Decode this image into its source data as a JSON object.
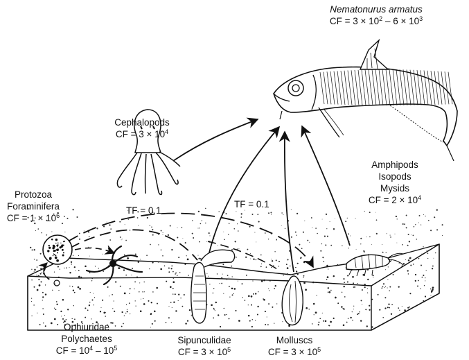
{
  "fish": {
    "name": "Nematonurus armatus",
    "cf": {
      "prefix": "CF = 3 × 10",
      "exp1": "2",
      "mid": " – 6 × 10",
      "exp2": "3"
    }
  },
  "cephalopods": {
    "name": "Cephalopods",
    "cf": {
      "prefix": "CF = 3 × 10",
      "exp": "4"
    }
  },
  "protozoa": {
    "line1": "Protozoa",
    "line2": "Foraminifera",
    "cf": {
      "prefix": "CF = 1 × 10",
      "exp": "6"
    }
  },
  "amphipods": {
    "line1": "Amphipods",
    "line2": "Isopods",
    "line3": "Mysids",
    "cf": {
      "prefix": "CF = 2 × 10",
      "exp": "4"
    }
  },
  "tf_left": "TF = 0.1",
  "tf_center": "TF = 0.1",
  "ophiuridae": {
    "line1": "Ophiuridae",
    "line2": "Polychaetes",
    "cf": {
      "prefix": "CF = 10",
      "exp1": "4",
      "mid": " – 10",
      "exp2": "5"
    }
  },
  "sipunculidae": {
    "name": "Sipunculidae",
    "cf": {
      "prefix": "CF = 3 × 10",
      "exp": "5"
    }
  },
  "molluscs": {
    "name": "Molluscs",
    "cf": {
      "prefix": "CF = 3 × 10",
      "exp": "5"
    }
  }
}
